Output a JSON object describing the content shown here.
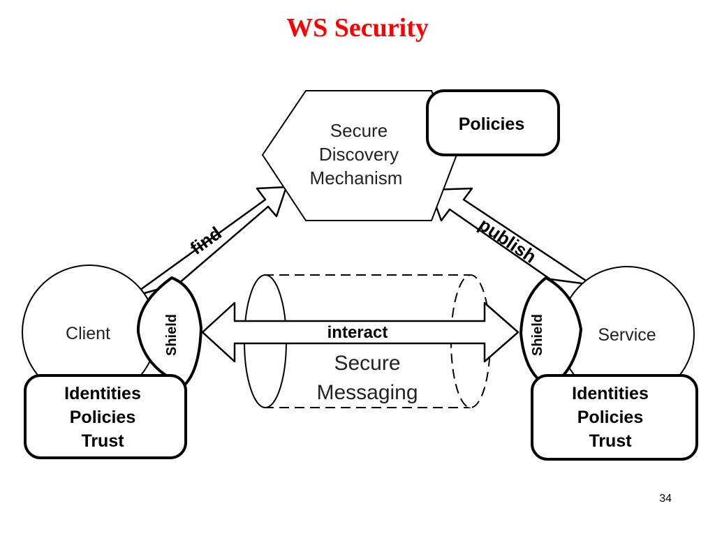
{
  "slide": {
    "title": "WS Security",
    "number": "34"
  },
  "diagram": {
    "discovery": {
      "line1": "Secure",
      "line2": "Discovery",
      "line3": "Mechanism"
    },
    "policies_top": "Policies",
    "find_label": "find",
    "publish_label": "publish",
    "client": {
      "label": "Client",
      "shield": "Shield"
    },
    "service": {
      "label": "Service",
      "shield": "Shield"
    },
    "interact_label": "interact",
    "messaging": {
      "line1": "Secure",
      "line2": "Messaging"
    },
    "client_box": {
      "line1": "Identities",
      "line2": "Policies",
      "line3": "Trust"
    },
    "service_box": {
      "line1": "Identities",
      "line2": "Policies",
      "line3": "Trust"
    }
  }
}
